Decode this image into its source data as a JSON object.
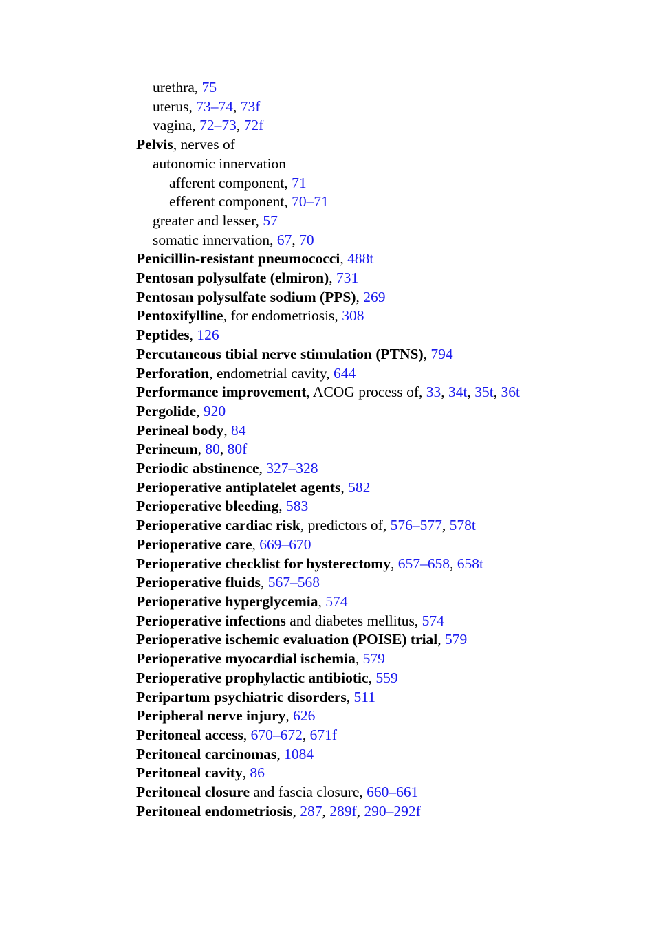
{
  "entries": [
    {
      "level": 1,
      "term": "",
      "desc": "urethra, ",
      "refs": [
        "75"
      ]
    },
    {
      "level": 1,
      "term": "",
      "desc": "uterus, ",
      "refs": [
        "73–74",
        "73f"
      ]
    },
    {
      "level": 1,
      "term": "",
      "desc": "vagina, ",
      "refs": [
        "72–73",
        "72f"
      ]
    },
    {
      "level": 0,
      "term": "Pelvis",
      "desc": ", nerves of",
      "refs": []
    },
    {
      "level": 1,
      "term": "",
      "desc": "autonomic innervation",
      "refs": []
    },
    {
      "level": 2,
      "term": "",
      "desc": "afferent component, ",
      "refs": [
        "71"
      ]
    },
    {
      "level": 2,
      "term": "",
      "desc": "efferent component, ",
      "refs": [
        "70–71"
      ]
    },
    {
      "level": 1,
      "term": "",
      "desc": "greater and lesser, ",
      "refs": [
        "57"
      ]
    },
    {
      "level": 1,
      "term": "",
      "desc": "somatic innervation, ",
      "refs": [
        "67",
        "70"
      ]
    },
    {
      "level": 0,
      "term": "Penicillin-resistant pneumococci",
      "desc": ", ",
      "refs": [
        "488t"
      ]
    },
    {
      "level": 0,
      "term": "Pentosan polysulfate (elmiron)",
      "desc": ", ",
      "refs": [
        "731"
      ]
    },
    {
      "level": 0,
      "term": "Pentosan polysulfate sodium (PPS)",
      "desc": ", ",
      "refs": [
        "269"
      ]
    },
    {
      "level": 0,
      "term": "Pentoxifylline",
      "desc": ", for endometriosis, ",
      "refs": [
        "308"
      ]
    },
    {
      "level": 0,
      "term": "Peptides",
      "desc": ", ",
      "refs": [
        "126"
      ]
    },
    {
      "level": 0,
      "term": "Percutaneous tibial nerve stimulation (PTNS)",
      "desc": ", ",
      "refs": [
        "794"
      ]
    },
    {
      "level": 0,
      "term": "Perforation",
      "desc": ", endometrial cavity, ",
      "refs": [
        "644"
      ]
    },
    {
      "level": 0,
      "term": "Performance improvement",
      "desc": ", ACOG process of, ",
      "refs": [
        "33",
        "34t",
        "35t",
        "36t"
      ],
      "wrap": true
    },
    {
      "level": 0,
      "term": "Pergolide",
      "desc": ", ",
      "refs": [
        "920"
      ]
    },
    {
      "level": 0,
      "term": "Perineal body",
      "desc": ", ",
      "refs": [
        "84"
      ]
    },
    {
      "level": 0,
      "term": "Perineum",
      "desc": ", ",
      "refs": [
        "80",
        "80f"
      ]
    },
    {
      "level": 0,
      "term": "Periodic abstinence",
      "desc": ", ",
      "refs": [
        "327–328"
      ]
    },
    {
      "level": 0,
      "term": "Perioperative antiplatelet agents",
      "desc": ", ",
      "refs": [
        "582"
      ]
    },
    {
      "level": 0,
      "term": "Perioperative bleeding",
      "desc": ", ",
      "refs": [
        "583"
      ]
    },
    {
      "level": 0,
      "term": "Perioperative cardiac risk",
      "desc": ", predictors of, ",
      "refs": [
        "576–577",
        "578t"
      ]
    },
    {
      "level": 0,
      "term": "Perioperative care",
      "desc": ", ",
      "refs": [
        "669–670"
      ]
    },
    {
      "level": 0,
      "term": "Perioperative checklist for hysterectomy",
      "desc": ", ",
      "refs": [
        "657–658",
        "658t"
      ]
    },
    {
      "level": 0,
      "term": "Perioperative fluids",
      "desc": ", ",
      "refs": [
        "567–568"
      ]
    },
    {
      "level": 0,
      "term": "Perioperative hyperglycemia",
      "desc": ", ",
      "refs": [
        "574"
      ]
    },
    {
      "level": 0,
      "term": "Perioperative infections",
      "desc": " and diabetes mellitus, ",
      "refs": [
        "574"
      ]
    },
    {
      "level": 0,
      "term": "Perioperative ischemic evaluation (POISE) trial",
      "desc": ", ",
      "refs": [
        "579"
      ]
    },
    {
      "level": 0,
      "term": "Perioperative myocardial ischemia",
      "desc": ", ",
      "refs": [
        "579"
      ]
    },
    {
      "level": 0,
      "term": "Perioperative prophylactic antibiotic",
      "desc": ", ",
      "refs": [
        "559"
      ]
    },
    {
      "level": 0,
      "term": "Peripartum psychiatric disorders",
      "desc": ", ",
      "refs": [
        "511"
      ]
    },
    {
      "level": 0,
      "term": "Peripheral nerve injury",
      "desc": ", ",
      "refs": [
        "626"
      ]
    },
    {
      "level": 0,
      "term": "Peritoneal access",
      "desc": ", ",
      "refs": [
        "670–672",
        "671f"
      ]
    },
    {
      "level": 0,
      "term": "Peritoneal carcinomas",
      "desc": ", ",
      "refs": [
        "1084"
      ]
    },
    {
      "level": 0,
      "term": "Peritoneal cavity",
      "desc": ", ",
      "refs": [
        "86"
      ]
    },
    {
      "level": 0,
      "term": "Peritoneal closure",
      "desc": " and fascia closure, ",
      "refs": [
        "660–661"
      ]
    },
    {
      "level": 0,
      "term": "Peritoneal endometriosis",
      "desc": ", ",
      "refs": [
        "287",
        "289f",
        "290–292f"
      ]
    }
  ]
}
